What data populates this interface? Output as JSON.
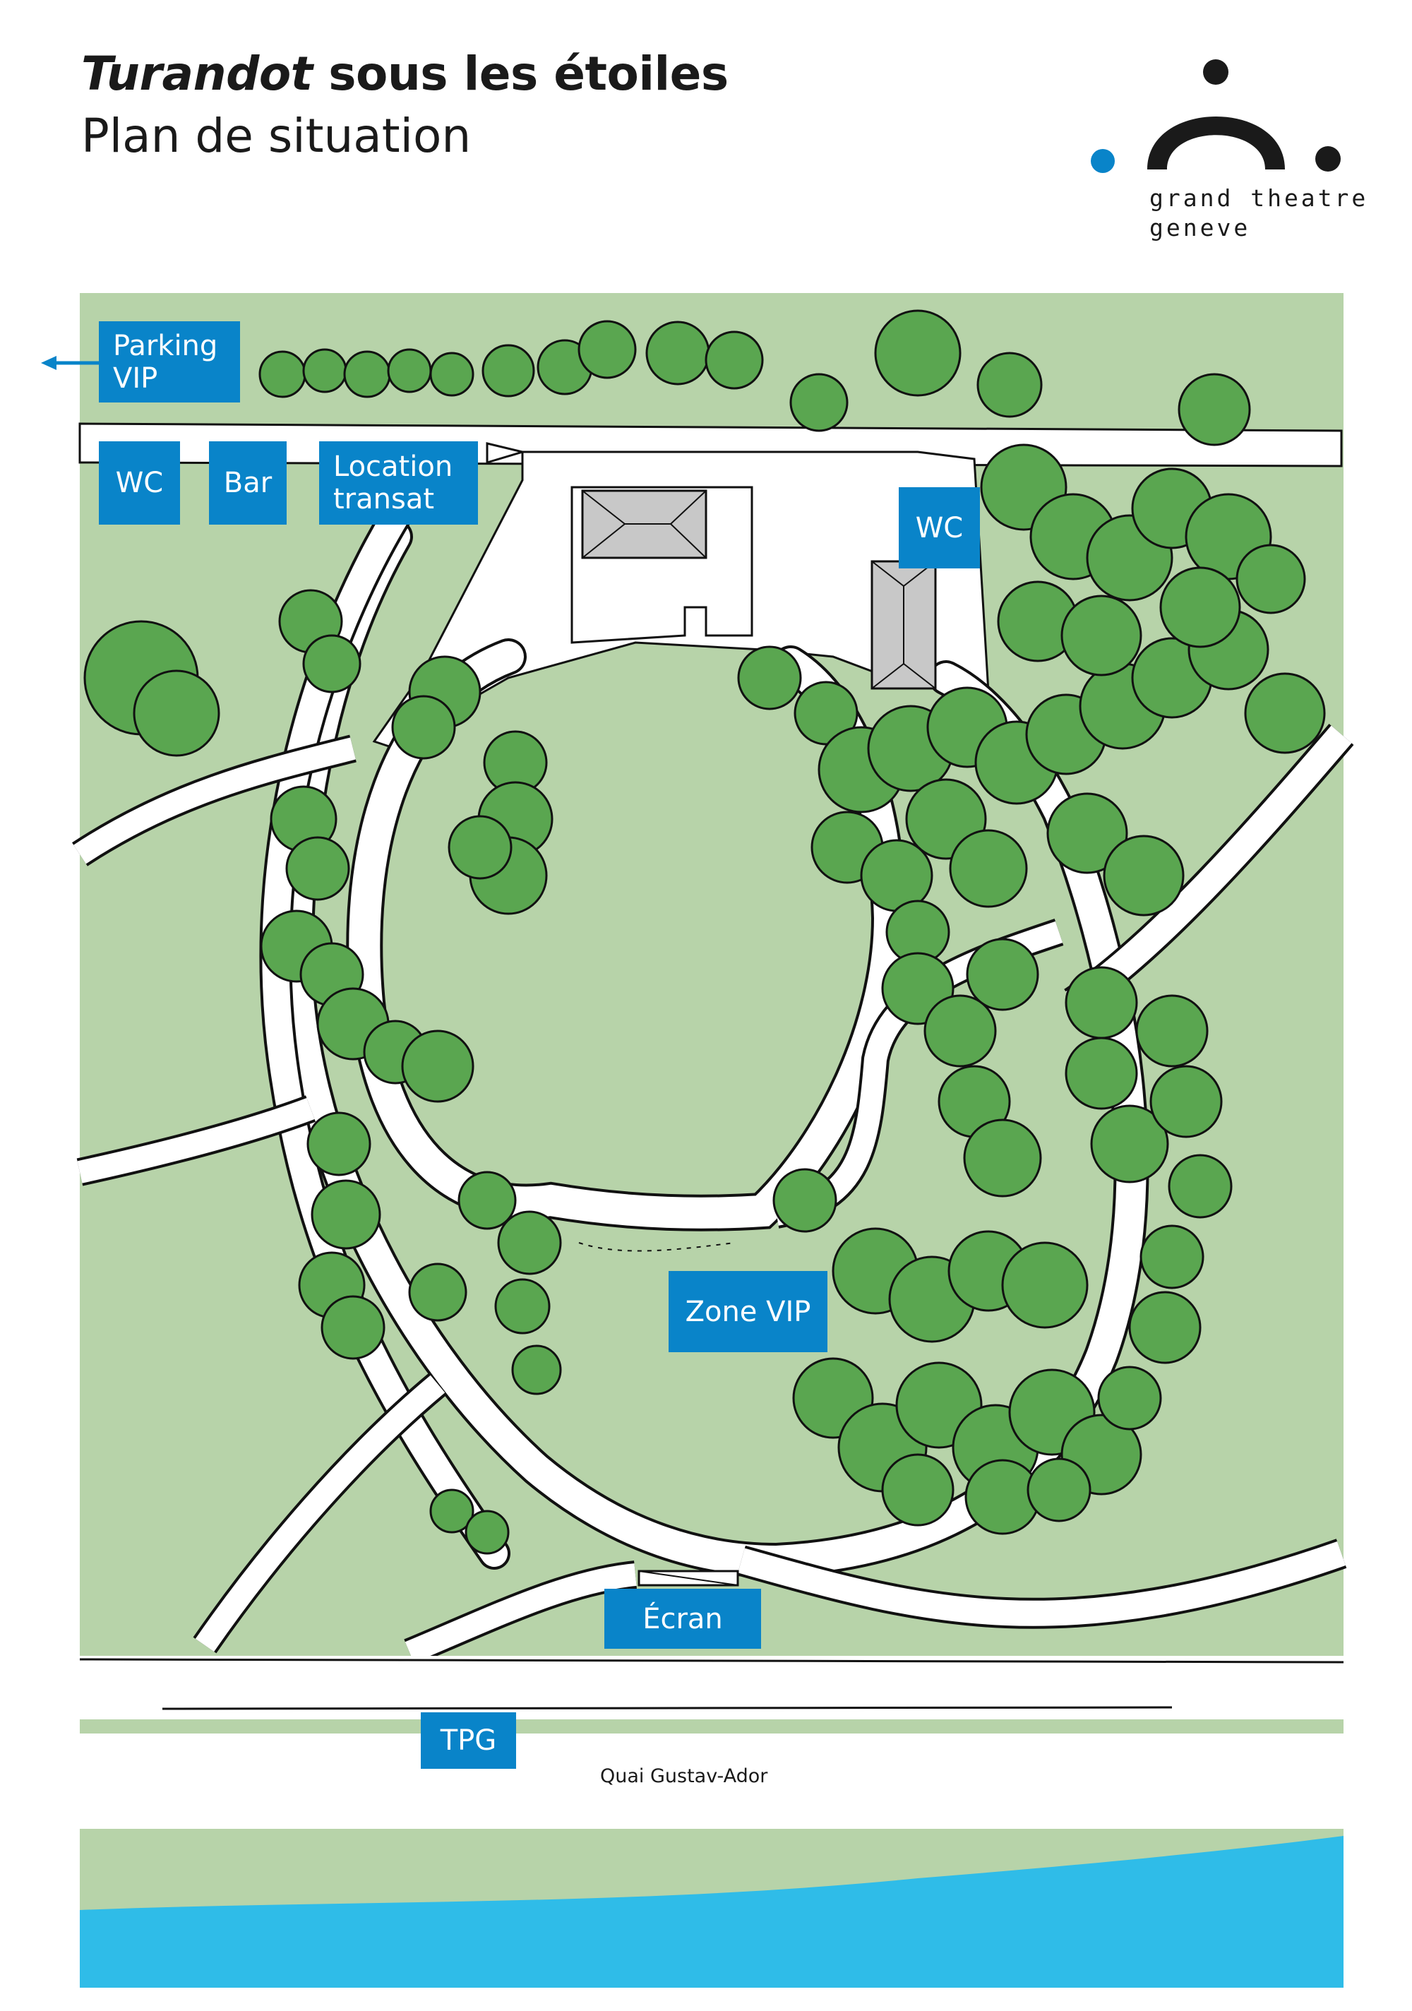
{
  "header": {
    "title_italic": "Turandot",
    "title_rest": " sous les étoiles",
    "subtitle": "Plan de situation"
  },
  "logo": {
    "line1": "grand theatre",
    "line2": "geneve",
    "icon": "grand-theatre-logo-icon"
  },
  "labels": {
    "parking_vip_1": "Parking",
    "parking_vip_2": "VIP",
    "wc_left": "WC",
    "bar": "Bar",
    "location_1": "Location",
    "location_2": "transat",
    "wc_right": "WC",
    "zone_vip": "Zone VIP",
    "ecran": "Écran",
    "tpg": "TPG",
    "quai": "Quai Gustav-Ador"
  },
  "colors": {
    "lawn": "#b7d3a9",
    "tree": "#5aa650",
    "tree_light": "#7fbf6a",
    "path": "#ffffff",
    "building": "#c8c8c8",
    "label_bg": "#0984c9",
    "lake": "#2fbce8",
    "logo_dot": "#0984c9"
  }
}
